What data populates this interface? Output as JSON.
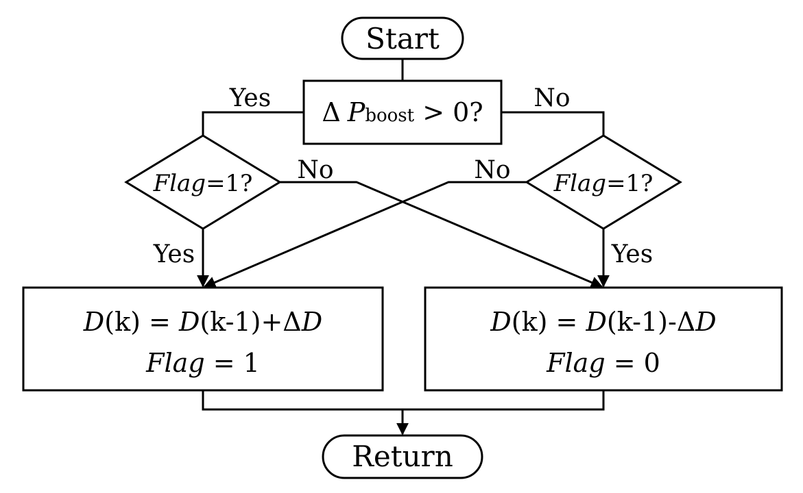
{
  "flowchart": {
    "start": "Start",
    "decision_main": {
      "delta": "Δ",
      "var": "P",
      "sub": "boost",
      "rest": " > 0?"
    },
    "branch_yes_main": "Yes",
    "branch_no_main": "No",
    "decision_flag": {
      "var": "Flag",
      "rest": "=1?"
    },
    "branch_no_left": "No",
    "branch_no_right": "No",
    "branch_yes_left": "Yes",
    "branch_yes_right": "Yes",
    "process_left": {
      "line1": {
        "d1": "D",
        "a": "(k) = ",
        "d2": "D",
        "b": "(k-1)+Δ",
        "d3": "D"
      },
      "line2": {
        "var": "Flag",
        "rest": " = 1"
      }
    },
    "process_right": {
      "line1": {
        "d1": "D",
        "a": "(k) = ",
        "d2": "D",
        "b": "(k-1)-Δ",
        "d3": "D"
      },
      "line2": {
        "var": "Flag",
        "rest": " = 0"
      }
    },
    "end": "Return"
  }
}
